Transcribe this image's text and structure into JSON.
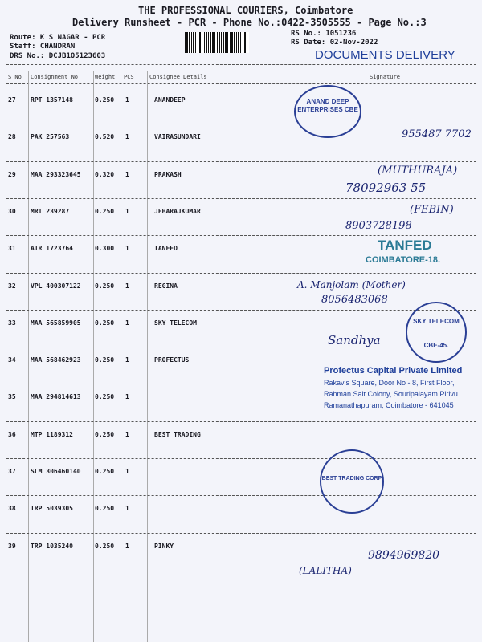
{
  "header": {
    "company": "THE PROFESSIONAL COURIERS, Coimbatore",
    "subtitle": "Delivery Runsheet - PCR - Phone No.:0422-3505555 - Page No.:3",
    "route": "Route: K S NAGAR - PCR",
    "staff": "Staff: CHANDRAN",
    "drs": "DRS No.: DCJB105123603",
    "rs_no": "RS No.: 1051236",
    "rs_date": "RS Date: 02-Nov-2022",
    "stamp": "DOCUMENTS DELIVERY"
  },
  "columns": [
    "S No",
    "Consignment No",
    "Weight",
    "PCS",
    "Consignee Details",
    "Signature"
  ],
  "rows": [
    {
      "sno": "27",
      "cno": "RPT 1357148",
      "weight": "0.250",
      "pcs": "1",
      "consignee": "ANANDEEP"
    },
    {
      "sno": "28",
      "cno": "PAK 257563",
      "weight": "0.520",
      "pcs": "1",
      "consignee": "VAIRASUNDARI"
    },
    {
      "sno": "29",
      "cno": "MAA 293323645",
      "weight": "0.320",
      "pcs": "1",
      "consignee": "PRAKASH"
    },
    {
      "sno": "30",
      "cno": "MRT 239287",
      "weight": "0.250",
      "pcs": "1",
      "consignee": "JEBARAJKUMAR"
    },
    {
      "sno": "31",
      "cno": "ATR 1723764",
      "weight": "0.300",
      "pcs": "1",
      "consignee": "TANFED"
    },
    {
      "sno": "32",
      "cno": "VPL 400307122",
      "weight": "0.250",
      "pcs": "1",
      "consignee": "REGINA"
    },
    {
      "sno": "33",
      "cno": "MAA 565859905",
      "weight": "0.250",
      "pcs": "1",
      "consignee": "SKY TELECOM"
    },
    {
      "sno": "34",
      "cno": "MAA 568462923",
      "weight": "0.250",
      "pcs": "1",
      "consignee": "PROFECTUS"
    },
    {
      "sno": "35",
      "cno": "MAA 294814613",
      "weight": "0.250",
      "pcs": "1",
      "consignee": ""
    },
    {
      "sno": "36",
      "cno": "MTP 1189312",
      "weight": "0.250",
      "pcs": "1",
      "consignee": "BEST TRADING"
    },
    {
      "sno": "37",
      "cno": "SLM 306460140",
      "weight": "0.250",
      "pcs": "1",
      "consignee": ""
    },
    {
      "sno": "38",
      "cno": "TRP 5039305",
      "weight": "0.250",
      "pcs": "1",
      "consignee": ""
    },
    {
      "sno": "39",
      "cno": "TRP 1035240",
      "weight": "0.250",
      "pcs": "1",
      "consignee": "PINKY"
    }
  ],
  "stamps": {
    "anandeep": "ANAND DEEP ENTERPRISES CBE",
    "tanfed_1": "TANFED",
    "tanfed_2": "COIMBATORE-18.",
    "sky_1": "SKY TELECOM",
    "sky_2": "CBE-45.",
    "profectus_1": "Profectus Capital Private Limited",
    "profectus_2": "Rakavis Square, Door No - 8, First Floor,",
    "profectus_3": "Rahman Sait Colony, Souripalayam Pirivu",
    "profectus_4": "Ramanathapuram, Coimbatore - 641045",
    "best": "BEST TRADING CORP"
  },
  "handwriting": {
    "r28": "955487 7702",
    "r29a": "(MUTHURAJA)",
    "r29b": "78092963 55",
    "r30a": "(FEBIN)",
    "r30b": "8903728198",
    "r32a": "A. Manjolam (Mother)",
    "r32b": "8056483068",
    "r33": "Sandhya",
    "r39a": "(LALITHA)",
    "r39b": "9894969820"
  }
}
